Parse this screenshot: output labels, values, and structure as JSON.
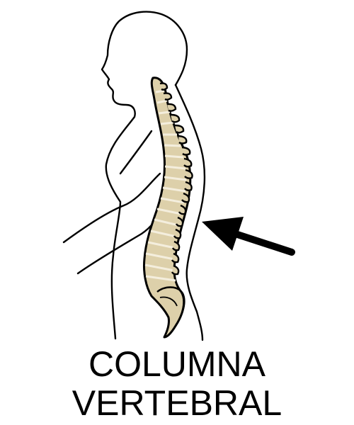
{
  "caption": {
    "line1": "COLUMNA",
    "line2": "VERTEBRAL"
  },
  "illustration": {
    "subject": "human-silhouette-side-view-with-spine",
    "outline_color": "#000000",
    "spine_fill_color": "#ddd0aa",
    "arrow_color": "#000000",
    "arrow_icon": "arrow-pointing-left-icon"
  }
}
